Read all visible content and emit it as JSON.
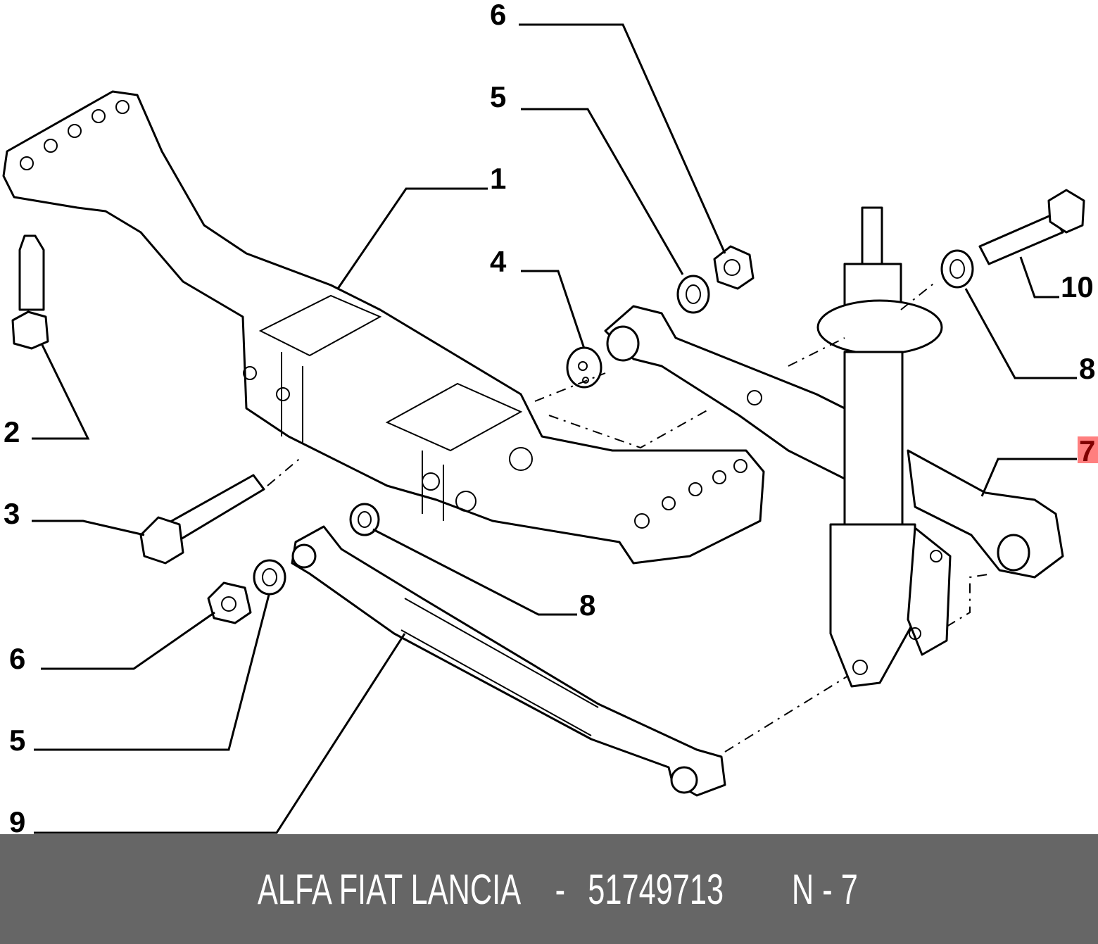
{
  "callouts": {
    "c6_top": "6",
    "c5_top": "5",
    "c1": "1",
    "c4": "4",
    "c10": "10",
    "c8_right": "8",
    "c7": "7",
    "c2": "2",
    "c3": "3",
    "c8_bottom": "8",
    "c6_bottom": "6",
    "c5_bottom": "5",
    "c9": "9"
  },
  "highlight": {
    "callout": "7",
    "background": "#ff7f7f",
    "text_color": "#800000"
  },
  "footer": {
    "brand": "ALFA FIAT LANCIA",
    "separator": " - ",
    "part_number": "51749713",
    "position_label": "N - 7",
    "background": "#666666"
  }
}
